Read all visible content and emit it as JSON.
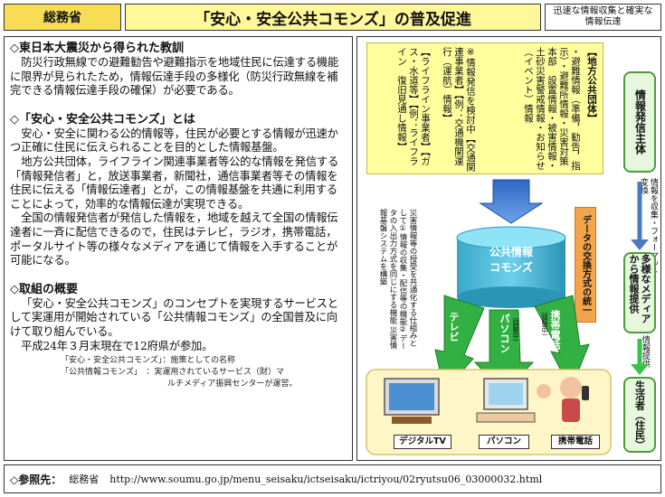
{
  "header": {
    "ministry": "総務省",
    "title": "「安心・安全公共コモンズ」の普及促進",
    "subtitle_line1": "迅速な情報収集と確実な",
    "subtitle_line2": "情報伝達"
  },
  "left": {
    "sec1_heading": "◇東日本大震災から得られた教訓",
    "sec1_body": "防災行政無線での避難勧告や避難指示を地域住民に伝達する機能に限界が見られたため，情報伝達手段の多様化（防災行政無線を補完できる情報伝達手段の確保）が必要である。",
    "sec2_heading": "◇「安心・安全公共コモンズ」とは",
    "sec2_body1": "安心・安全に関わる公的情報等，住民が必要とする情報が迅速かつ正確に住民に伝えられることを目的とした情報基盤。",
    "sec2_body2": "地方公共団体，ライフライン関連事業者等公的な情報を発信する「情報発信者」と，放送事業者，新聞社，通信事業者等その情報を住民に伝える「情報伝達者」とが，この情報基盤を共通に利用することによって，効率的な情報伝達が実現できる。",
    "sec2_body3": "全国の情報発信者が発信した情報を，地域を越えて全国の情報伝達者に一斉に配信できるので，住民はテレビ，ラジオ，携帯電話，ポータルサイト等の様々なメディアを通じて情報を入手することが可能になる。",
    "sec3_heading": "◇取組の概要",
    "sec3_body1": "「安心・安全公共コモンズ」のコンセプトを実現するサービスとして実運用が開始されている「公共情報コモンズ」の全国普及に向けて取り組んでいる。",
    "sec3_body2": "平成24年３月末現在で12府県が参加。",
    "note1": "「安心・安全公共コモンズ」：施策としての名称",
    "note2a": "「公共情報コモンズ」　：実運用されているサービス（財）マ",
    "note2b": "ルチメディア振興センターが運営。"
  },
  "diagram": {
    "col_local_gov": "【地方公共団体】",
    "col_local_items": "・避難情報（準備，勧告，指示）・避難所情報・災害対策本部　設置情報・被害情報・土砂災害警戒情報・お知らせ（イベント）情報",
    "col_transport": "※情報発信を検討中【交通関連事業者】【例：交通機関運行（運航）情報】",
    "col_lifeline": "【ライフライン事業者】【ガス・水道等】【例：ライフライン　復旧見通し情報】",
    "actor_sender": "情報発信主体",
    "format_conversion": "情報を収集・フォーマット変換",
    "media_provision": "多様なメディアから情報提供",
    "info_provision": "情報提供",
    "residents": "生活者（住民）",
    "exchange_unify": "データの交換方式の統一",
    "system_desc": "災害情報等の授受を共通化する仕組みとして①情報の収集・配信等の機能②データの入出力方式を同じにする機能 災害情報基盤システムを構築",
    "commons_line1": "公共情報",
    "commons_line2": "コモンズ",
    "arrow_tv": "テレビ",
    "arrow_pc": "パソコン",
    "arrow_mobile": "携帯電話",
    "adjusting": "（調整中）",
    "device_tv": "デジタルTV",
    "device_pc": "パソコン",
    "device_mobile": "携帯電話"
  },
  "footer": {
    "label": "◇参照先：",
    "org": "総務省",
    "url": "http://www.soumu.go.jp/menu_seisaku/ictseisaku/ictriyou/02ryutsu06_03000032.html"
  }
}
